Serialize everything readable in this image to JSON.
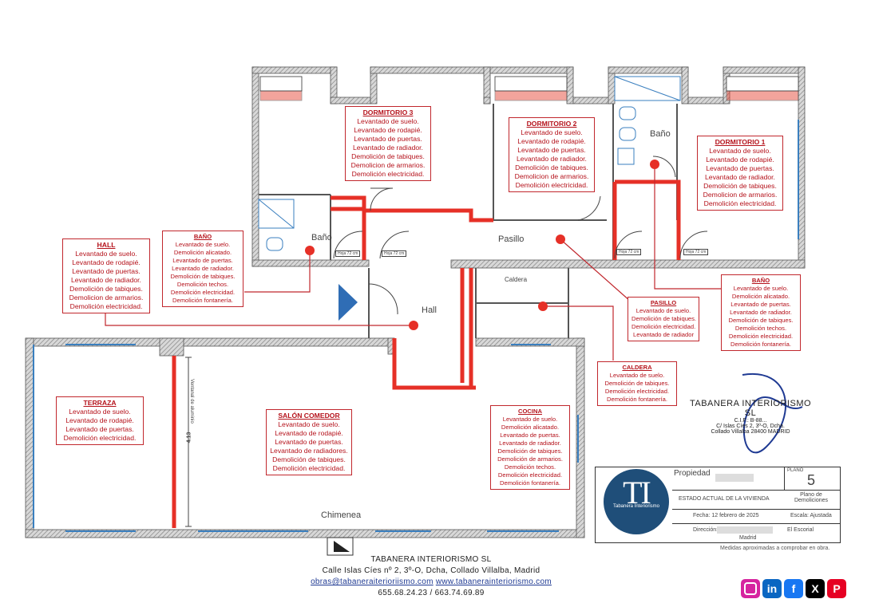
{
  "rooms": {
    "bano_label_left": "Baño",
    "bano_label_right": "Baño",
    "pasillo_label": "Pasillo",
    "hall_label": "Hall",
    "caldera_label": "Caldera",
    "chimenea_label": "Chimenea",
    "ventanal_label": "Ventanal de aluminio",
    "dimension_label": "4.13",
    "hoja_72": "Hoja 72 cm",
    "hoja_72_b": "Hoja 72 cm",
    "hoja_72_c": "Hoja 72 cm",
    "hoja_72_d": "Hoja 72 cm"
  },
  "boxes": {
    "dormitorio3": {
      "title": "DORMITORIO 3",
      "lines": [
        "Levantado de suelo.",
        "Levantado de rodapié.",
        "Levantado de puertas.",
        "Levantado de radiador.",
        "Demolición de tabiques.",
        "Demolicion de armarios.",
        "Demolición electricidad."
      ]
    },
    "dormitorio2": {
      "title": "DORMITORIO 2",
      "lines": [
        "Levantado de suelo.",
        "Levantado de rodapié.",
        "Levantado de puertas.",
        "Levantado de radiador.",
        "Demolición de tabiques.",
        "Demolicion de armarios.",
        "Demolición electricidad."
      ]
    },
    "dormitorio1": {
      "title": "DORMITORIO 1",
      "lines": [
        "Levantado de suelo.",
        "Levantado de rodapié.",
        "Levantado de puertas.",
        "Levantado de radiador.",
        "Demolición de tabiques.",
        "Demolicion de armarios.",
        "Demolición electricidad."
      ]
    },
    "hall": {
      "title": "HALL",
      "lines": [
        "Levantado de suelo.",
        "Levantado de rodapié.",
        "Levantado de puertas.",
        "Levantado de radiador.",
        "Demolición de tabiques.",
        "Demolicion de armarios.",
        "Demolición electricidad."
      ]
    },
    "bano_left": {
      "title": "BAÑO",
      "lines": [
        "Levantado de suelo.",
        "Demolición alicatado.",
        "Levantado de puertas.",
        "Levantado de radiador.",
        "Demolición de tabiques.",
        "Demolición techos.",
        "Demolición electricidad.",
        "Demolición fontanería."
      ]
    },
    "pasillo": {
      "title": "PASILLO",
      "lines": [
        "Levantado de suelo.",
        "Demolición de tabiques.",
        "Demolición electricidad.",
        "Levantado de radiador"
      ]
    },
    "bano_right": {
      "title": "BAÑO",
      "lines": [
        "Levantado de suelo.",
        "Demolición alicatado.",
        "Levantado de puertas.",
        "Levantado de radiador.",
        "Demolición de tabiques.",
        "Demolición techos.",
        "Demolición electricidad.",
        "Demolición fontanería."
      ]
    },
    "caldera": {
      "title": "CALDERA",
      "lines": [
        "Levantado de suelo.",
        "Demolición de tabiques.",
        "Demolición electricidad.",
        "Demolición fontanería."
      ]
    },
    "terraza": {
      "title": "TERRAZA",
      "lines": [
        "Levantado de suelo.",
        "Levantado de rodapié.",
        "Levantado de puertas.",
        "Demolición electricidad."
      ]
    },
    "salon": {
      "title": "SALÓN COMEDOR",
      "lines": [
        "Levantado de suelo.",
        "Levantado de rodapié.",
        "Levantado de puertas.",
        "Levantado de radiadores.",
        "Demolición de tabiques.",
        "Demolición electricidad."
      ]
    },
    "cocina": {
      "title": "COCINA",
      "lines": [
        "Levantado de suelo.",
        "Demolición alicatado.",
        "Levantado de puertas.",
        "Levantado de radiador.",
        "Demolición de tabiques.",
        "Demolición de armarios.",
        "Demolición techos.",
        "Demolición electricidad.",
        "Demolición fontanería."
      ]
    }
  },
  "stamp": {
    "company": "TABANERA INTERIORISMO SL",
    "line1": "C.I.F.: B-88...",
    "line2": "C/ Islas Cíes 2, 3º-O, Dcha.",
    "line3": "Collado Villalba 28400 MADRID"
  },
  "title_block": {
    "propiedad_label": "Propiedad",
    "plano_label": "PLANO",
    "plano_number": "5",
    "estado": "ESTADO ACTUAL DE LA VIVIENDA",
    "plano_de": "Plano de Demoliciones",
    "fecha": "Fecha: 12 febrero de 2025",
    "escala": "Escala: Ajustada",
    "direccion_label": "Dirección:",
    "municipio": "El Escorial",
    "provincia": "Madrid",
    "logo_letters": "TI",
    "logo_text": "Tabanera Interiorismo",
    "note": "Medidas aproximadas a comprobar en obra."
  },
  "footer": {
    "company": "TABANERA INTERIORISMO SL",
    "address": "Calle Islas Cíes nº 2, 3º-O, Dcha, Collado Villalba, Madrid",
    "email": "obras@tabaneraiterioriismo.com",
    "web": "www.tabanerainteriorismo.com",
    "phones": "655.68.24.23 / 663.74.69.89"
  },
  "social": {
    "instagram": "instagram-icon",
    "linkedin": "in",
    "facebook": "f",
    "x": "X",
    "pinterest": "P"
  },
  "colors": {
    "demolition": "#e63027",
    "text_red": "#b5121b",
    "wall": "#8a8a8a",
    "logo": "#1f4e79",
    "arrow": "#2f6db5"
  }
}
